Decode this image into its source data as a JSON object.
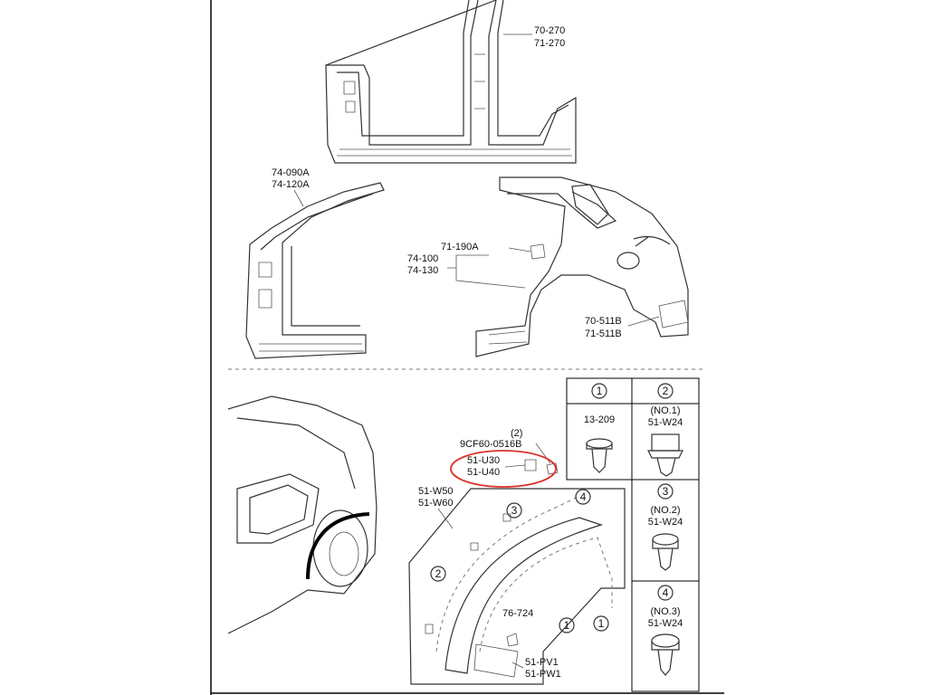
{
  "labels": {
    "l70_270": "70-270",
    "l71_270": "71-270",
    "l74_090a": "74-090A",
    "l74_120a": "74-120A",
    "l71_190a": "71-190A",
    "l74_100": "74-100",
    "l74_130": "74-130",
    "l70_511b": "70-511B",
    "l71_511b": "71-511B",
    "l9cf60_2": "(2)",
    "l9cf60": "9CF60-0516B",
    "l51_u30": "51-U30",
    "l51_u40": "51-U40",
    "l51_w50": "51-W50",
    "l51_w60": "51-W60",
    "l76_724": "76-724",
    "l51_pv1": "51-PV1",
    "l51_pw1": "51-PW1"
  },
  "callouts": {
    "c1": "1",
    "c2": "2",
    "c3": "3",
    "c4": "4"
  },
  "legend": {
    "cell1_num": "1",
    "cell1_part": "13-209",
    "cell2_num": "2",
    "cell2_note": "(NO.1)",
    "cell2_part": "51-W24",
    "cell3_num": "3",
    "cell3_note": "(NO.2)",
    "cell3_part": "51-W24",
    "cell4_num": "4",
    "cell4_note": "(NO.3)",
    "cell4_part": "51-W24"
  },
  "colors": {
    "highlight": "#d9342b",
    "line": "#333333",
    "border": "#000000"
  }
}
